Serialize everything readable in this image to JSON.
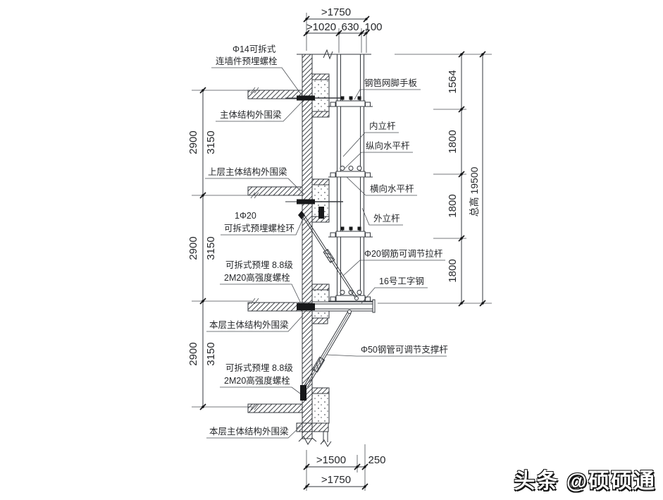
{
  "watermark": {
    "text": "头条 @硕硕通"
  },
  "dims": {
    "top": {
      "overall": ">1750",
      "seg1": ">1020",
      "seg2": "630",
      "seg3": "100"
    },
    "left": {
      "floor_height": "2900",
      "spacing": "3150"
    },
    "right": {
      "s1": "1564",
      "s2": "1800",
      "s3": "1800",
      "s4": "1800",
      "total": "总高 19500"
    },
    "bottom": {
      "seg1": ">1500",
      "seg2": "250",
      "overall": ">1750"
    }
  },
  "labels": {
    "anchor_bolt_top_1": "Φ14可拆式",
    "anchor_bolt_top_2": "连墙件预埋螺栓",
    "main_beam": "主体结构外围梁",
    "upper_beam": "上层主体结构外围梁",
    "ring_1": "1Φ20",
    "ring_2": "可拆式预埋螺栓环",
    "hs_bolt_1": "可拆式预埋 8.8级",
    "hs_bolt_2": "2M20高强度螺栓",
    "this_beam": "本层主体结构外围梁",
    "board": "钢笆网脚手板",
    "inner_pole": "内立杆",
    "long_bar": "纵向水平杆",
    "trans_bar": "横向水平杆",
    "outer_pole": "外立杆",
    "tie_rod": "Φ20钢筋可调节拉杆",
    "i_beam": "16号工字钢",
    "support_rod": "Φ50钢管可调节支撑杆"
  }
}
